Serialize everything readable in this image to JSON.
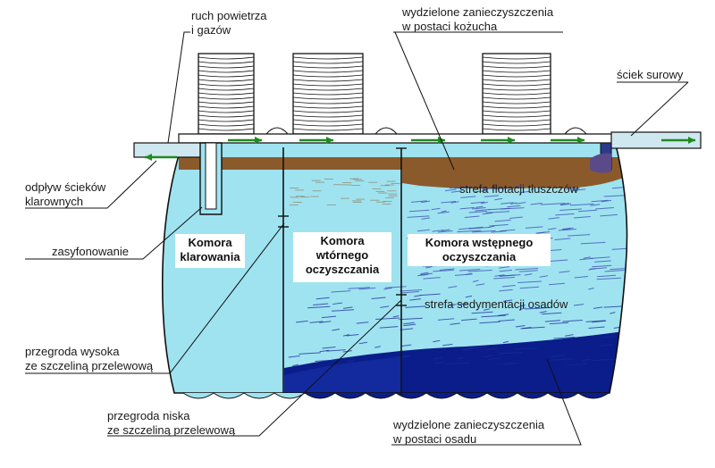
{
  "labels": {
    "air_gas_line1": "ruch powietrza",
    "air_gas_line2": "i gazów",
    "scum_line1": "wydzielone zanieczyszczenia",
    "scum_line2": "w postaci kożucha",
    "raw_sewage": "ściek surowy",
    "outflow_line1": "odpływ ścieków",
    "outflow_line2": "klarownych",
    "siphon": "zasyfonowanie",
    "high_partition_line1": "przegroda wysoka",
    "high_partition_line2": "ze szczeliną przelewową",
    "low_partition_line1": "przegroda niska",
    "low_partition_line2": "ze szczeliną przelewową",
    "sludge_line1": "wydzielone zanieczyszczenia",
    "sludge_line2": "w postaci osadu",
    "flotation_zone": "strefa flotacji tłuszczów",
    "sedimentation_zone": "strefa sedymentacji osadów"
  },
  "chambers": {
    "clarification_line1": "Komora",
    "clarification_line2": "klarowania",
    "secondary_line1": "Komora",
    "secondary_line2": "wtórnego",
    "secondary_line3": "oczyszczania",
    "primary_line1": "Komora wstępnego",
    "primary_line2": "oczyszczania"
  },
  "colors": {
    "water": "#9fe3f0",
    "scum": "#8b5a2b",
    "sludge": "#0a1d8a",
    "outline": "#111111",
    "flow_arrow": "#1f8a1f",
    "pipe": "#cfe8ef"
  }
}
